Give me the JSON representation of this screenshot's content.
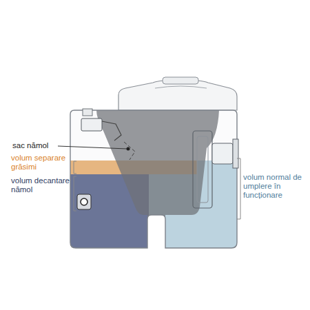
{
  "diagram": {
    "labels": [
      "sac nămol",
      "volum separare grăsimi",
      "volum decantare nămol",
      "volum normal de umplere în funcționare"
    ]
  }
}
